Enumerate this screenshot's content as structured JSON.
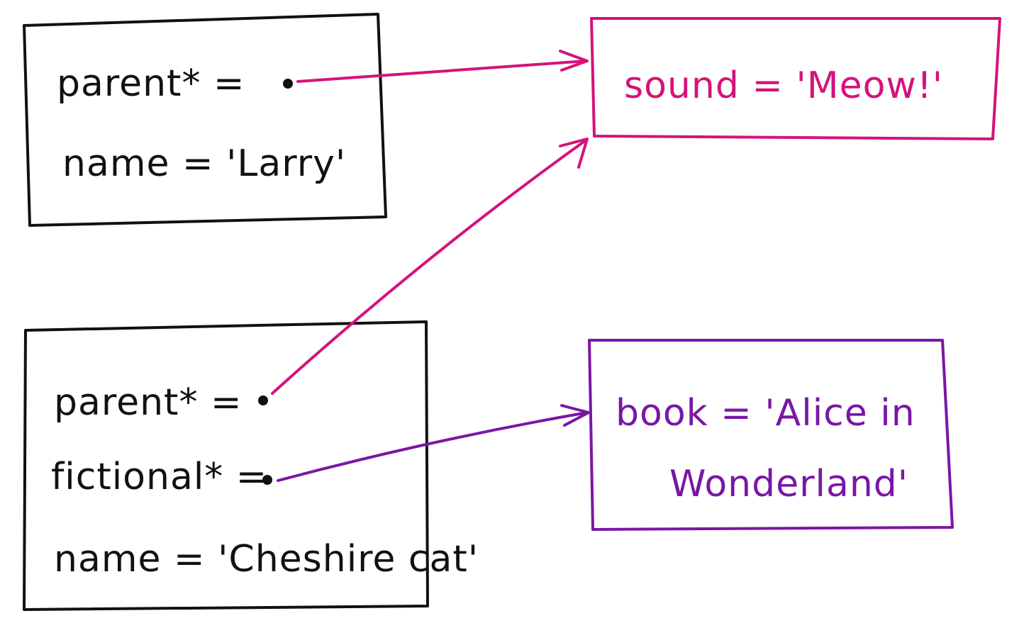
{
  "objects": {
    "larry": {
      "parent_field": "parent* =",
      "name_field": "name = 'Larry'"
    },
    "cheshire": {
      "parent_field": "parent* =",
      "fictional_field": "fictional* =",
      "name_field": "name = 'Cheshire cat'"
    },
    "cat_proto": {
      "sound_field": "sound = 'Meow!'"
    },
    "fiction_proto": {
      "book_line1": "book = 'Alice in",
      "book_line2": "Wonderland'"
    }
  },
  "colors": {
    "ink": "#111111",
    "pink": "#d4137a",
    "purple": "#7a16a5"
  }
}
